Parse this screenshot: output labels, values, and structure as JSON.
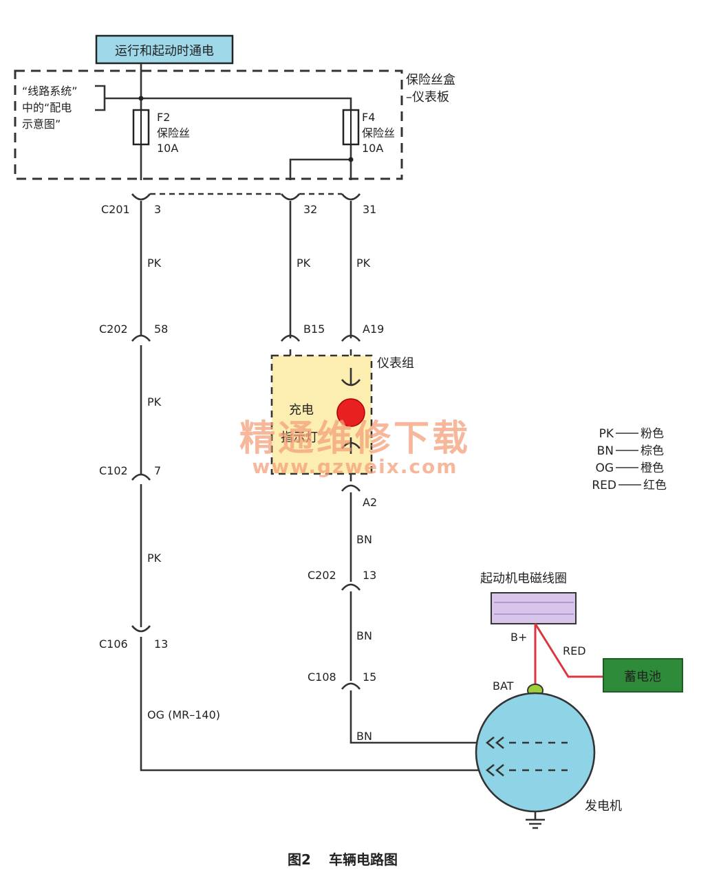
{
  "power_box": {
    "label": "运行和起动时通电"
  },
  "fuse_box": {
    "label_line1": "保险丝盒",
    "label_line2": "–仪表板",
    "ref_line1": "“线路系统”",
    "ref_line2": "中的“配电",
    "ref_line3": "示意图”"
  },
  "fuses": [
    {
      "id": "F2",
      "type": "保险丝",
      "rating": "10A"
    },
    {
      "id": "F4",
      "type": "保险丝",
      "rating": "10A"
    }
  ],
  "connectors": {
    "c201": {
      "name": "C201",
      "pin_left": "3",
      "pin_mid": "32",
      "pin_right": "31"
    },
    "c202_top": {
      "name": "C202",
      "pin_left": "58",
      "pin_mid": "B15",
      "pin_right": "A19"
    },
    "c102": {
      "name": "C102",
      "pin": "7"
    },
    "c106": {
      "name": "C106",
      "pin": "13"
    },
    "a2": {
      "pin": "A2"
    },
    "c202_bottom": {
      "name": "C202",
      "pin": "13"
    },
    "c108": {
      "name": "C108",
      "pin": "15"
    }
  },
  "wires": {
    "left_1": "PK",
    "mid_1": "PK",
    "right_1": "PK",
    "left_2": "PK",
    "left_3": "PK",
    "left_4": "OG (MR–140)",
    "right_2": "BN",
    "right_3": "BN",
    "right_4": "BN",
    "battery": "RED"
  },
  "instrument_cluster": {
    "label": "仪表组",
    "lamp_line1": "充电",
    "lamp_line2": "指示灯",
    "lamp_color": "#e82020"
  },
  "starter": {
    "label": "起动机电磁线圈",
    "terminal": "B+"
  },
  "battery": {
    "label": "蓄电池",
    "color": "#2e8b3a"
  },
  "generator": {
    "label": "发电机",
    "terminal": "BAT",
    "color": "#8fd4e6"
  },
  "legend": [
    {
      "code": "PK",
      "meaning": "粉色"
    },
    {
      "code": "BN",
      "meaning": "棕色"
    },
    {
      "code": "OG",
      "meaning": "橙色"
    },
    {
      "code": "RED",
      "meaning": "红色"
    }
  ],
  "watermark": {
    "line1": "精通维修下载",
    "line2": "www.gzweix.com"
  },
  "caption": {
    "figure": "图2",
    "title": "车辆电路图"
  },
  "colors": {
    "power_box_fill": "#9fd8e8",
    "cluster_fill": "#fbeeb0",
    "starter_fill": "#d8c6ea"
  }
}
